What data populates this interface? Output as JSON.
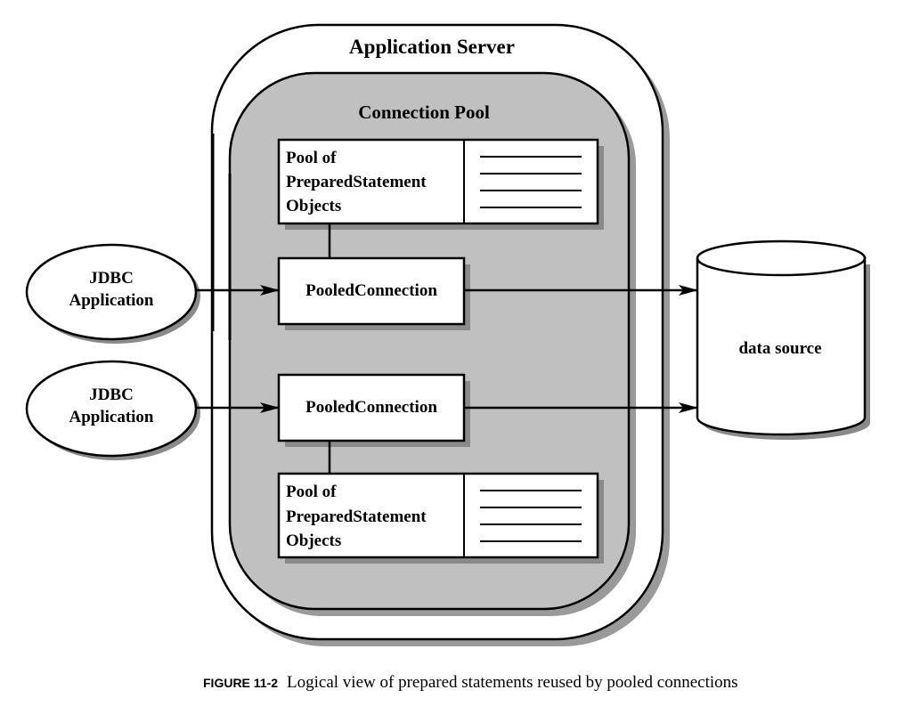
{
  "app_server": {
    "label": "Application Server"
  },
  "connection_pool": {
    "label": "Connection Pool"
  },
  "pool_top": {
    "lines": [
      "Pool of",
      "PreparedStatement",
      "Objects"
    ]
  },
  "pool_bottom": {
    "lines": [
      "Pool of",
      "PreparedStatement",
      "Objects"
    ]
  },
  "pooled_connection_1": {
    "label": "PooledConnection"
  },
  "pooled_connection_2": {
    "label": "PooledConnection"
  },
  "jdbc_app_1": {
    "lines": [
      "JDBC",
      "Application"
    ]
  },
  "jdbc_app_2": {
    "lines": [
      "JDBC",
      "Application"
    ]
  },
  "data_source": {
    "label": "data source"
  },
  "caption": {
    "figure": "FIGURE 11-2",
    "text": "Logical view of prepared statements reused by pooled connections"
  },
  "colors": {
    "pool_fill": "#c0c0c0",
    "shadow": "#9a9a9a",
    "stroke": "#000000",
    "background": "#ffffff"
  }
}
